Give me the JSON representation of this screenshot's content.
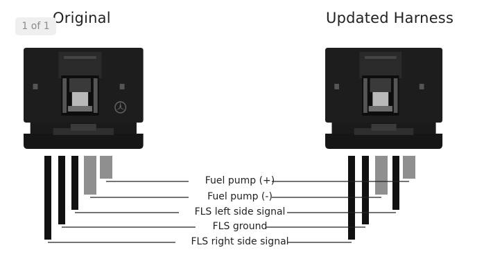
{
  "titles": {
    "original": "Original",
    "updated": "Updated Harness"
  },
  "page_indicator": "1 of 1",
  "wire_labels": [
    "Fuel pump (+)",
    "Fuel pump (-)",
    "FLS left side signal",
    "FLS ground",
    "FLS right side signal"
  ],
  "colors": {
    "connector": "#1d1d1d",
    "wire_dark": "#111111",
    "wire_gray": "#8f8f8f",
    "leader_line": "#222222"
  }
}
